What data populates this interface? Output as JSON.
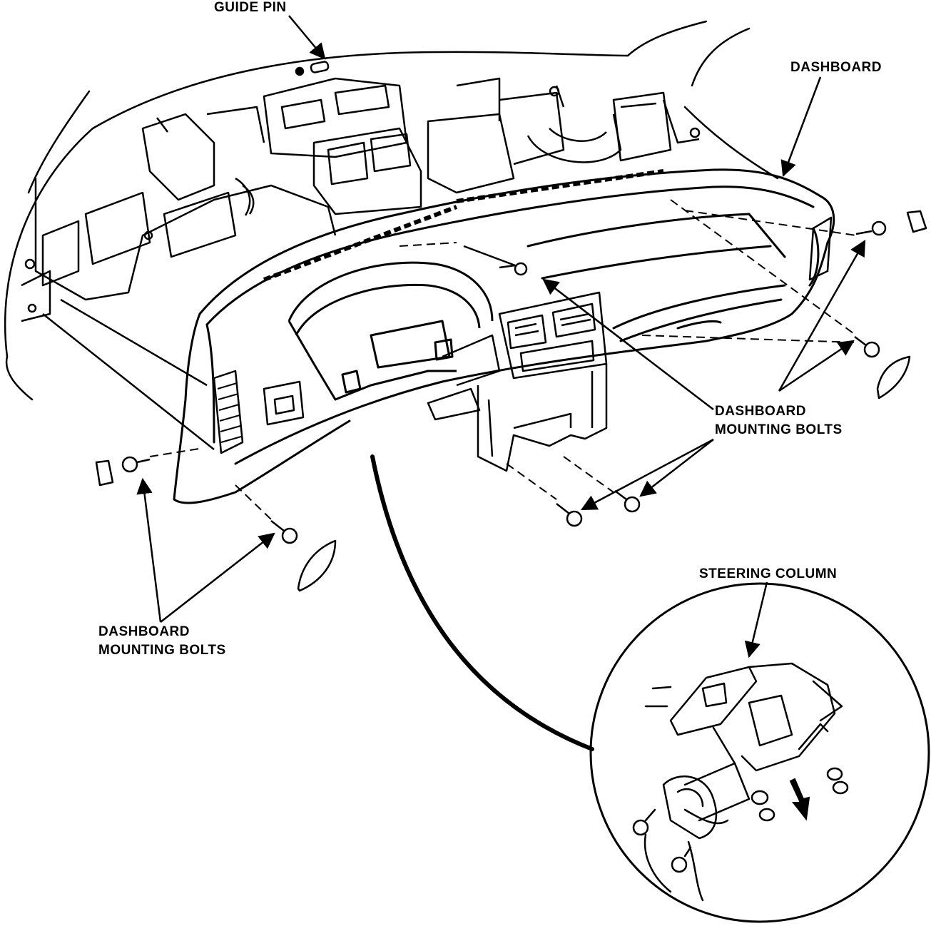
{
  "labels": {
    "guide_pin": "GUIDE PIN",
    "dashboard": "DASHBOARD",
    "mounting_bolts_right": {
      "line1": "DASHBOARD",
      "line2": "MOUNTING BOLTS"
    },
    "mounting_bolts_left": {
      "line1": "DASHBOARD",
      "line2": "MOUNTING BOLTS"
    },
    "steering_column": "STEERING COLUMN"
  },
  "colors": {
    "ink": "#000000",
    "paper": "#ffffff"
  }
}
